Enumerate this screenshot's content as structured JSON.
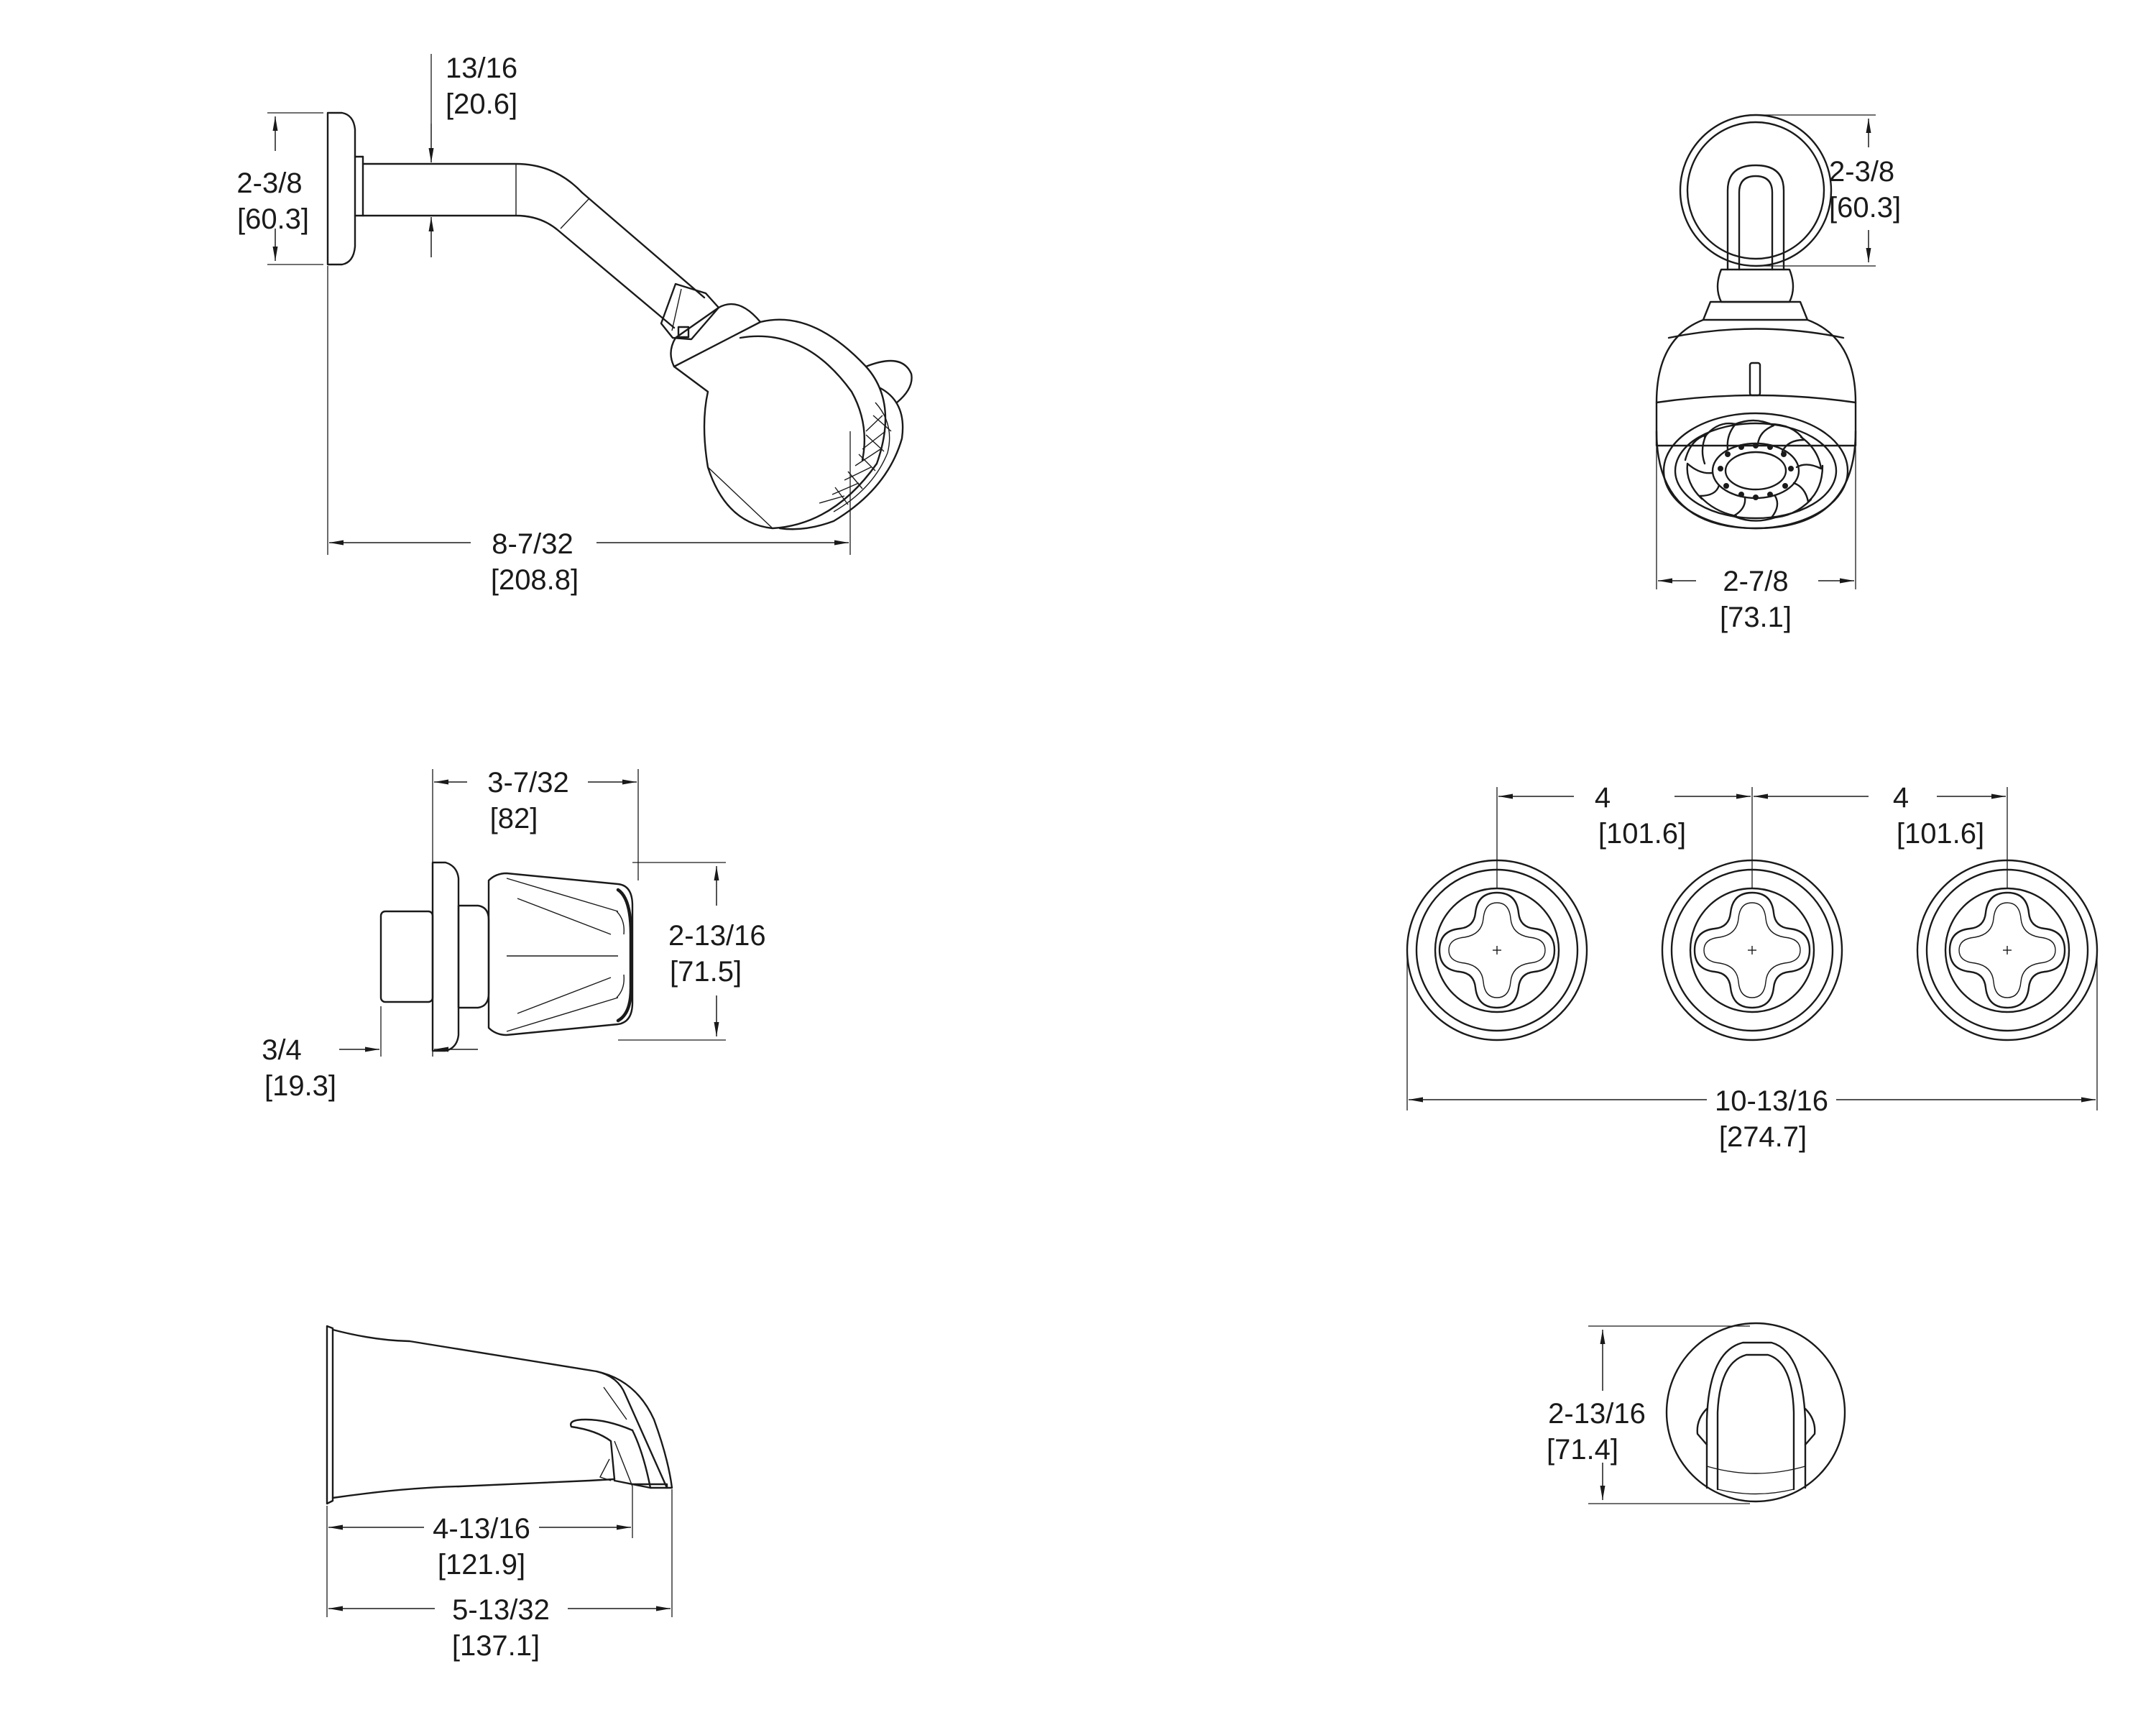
{
  "dimensions": {
    "showerhead_side": {
      "flange_height": {
        "fraction": "2-3/8",
        "mm": "[60.3]"
      },
      "arm_diameter": {
        "fraction": "13/16",
        "mm": "[20.6]"
      },
      "overall_reach": {
        "fraction": "8-7/32",
        "mm": "[208.8]"
      }
    },
    "showerhead_front": {
      "flange_height": {
        "fraction": "2-3/8",
        "mm": "[60.3]"
      },
      "head_width": {
        "fraction": "2-7/8",
        "mm": "[73.1]"
      }
    },
    "handle_side": {
      "handle_depth": {
        "fraction": "3-7/32",
        "mm": "[82]"
      },
      "handle_height": {
        "fraction": "2-13/16",
        "mm": "[71.5]"
      },
      "stem_projection": {
        "fraction": "3/4",
        "mm": "[19.3]"
      }
    },
    "handles_front": {
      "spacing_left": {
        "fraction": "4",
        "mm": "[101.6]"
      },
      "spacing_right": {
        "fraction": "4",
        "mm": "[101.6]"
      },
      "overall_width": {
        "fraction": "10-13/16",
        "mm": "[274.7]"
      }
    },
    "spout_side": {
      "to_outlet": {
        "fraction": "4-13/16",
        "mm": "[121.9]"
      },
      "overall_length": {
        "fraction": "5-13/32",
        "mm": "[137.1]"
      }
    },
    "spout_front": {
      "spout_height": {
        "fraction": "2-13/16",
        "mm": "[71.4]"
      }
    }
  }
}
